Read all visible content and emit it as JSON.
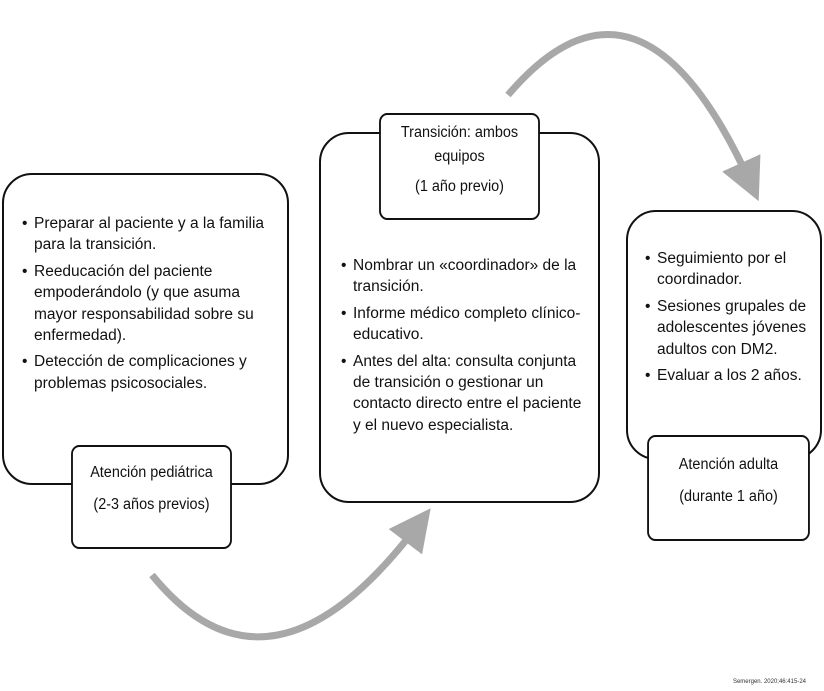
{
  "stages": [
    {
      "label_lines": [
        "Atención pediátrica",
        "(2-3 años previos)"
      ],
      "items": [
        "Preparar al paciente y a la familia para la transición.",
        "Reeducación del paciente empoderándolo (y que asuma mayor responsabilidad sobre su enfermedad).",
        "Detección de complicaciones y problemas psicosociales."
      ]
    },
    {
      "label_lines": [
        "Transición: ambos",
        "equipos",
        "(1 año previo)"
      ],
      "items": [
        "Nombrar un «coordinador» de la transición.",
        "Informe médico completo clínico-educativo.",
        "Antes del alta: consulta conjunta de transición o gestionar un contacto directo entre el paciente y el nuevo especialista."
      ]
    },
    {
      "label_lines": [
        "Atención adulta",
        "(durante 1 año)"
      ],
      "items": [
        "Seguimiento por el coordinador.",
        "Sesiones grupales de adolescentes jóvenes adultos  con DM2.",
        "Evaluar a los 2 años."
      ]
    }
  ],
  "colors": {
    "arrow": "#a8a8a8",
    "border": "#111111"
  },
  "credit": "Semergen. 2020;46:415-24"
}
